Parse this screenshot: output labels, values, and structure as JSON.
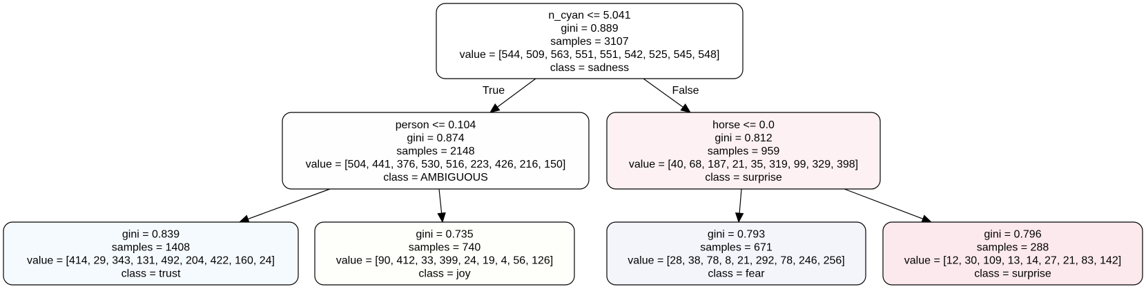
{
  "tree": {
    "nodes": [
      {
        "id": "root",
        "lines": [
          "n_cyan <= 5.041",
          "gini = 0.889",
          "samples = 3107",
          "value = [544, 509, 563, 551, 551, 542, 525, 545, 548]",
          "class = sadness"
        ],
        "fill": "#ffffff"
      },
      {
        "id": "left",
        "lines": [
          "person <= 0.104",
          "gini = 0.874",
          "samples = 2148",
          "value = [504, 441, 376, 530, 516, 223, 426, 216, 150]",
          "class = AMBIGUOUS"
        ],
        "fill": "#fffeff"
      },
      {
        "id": "right",
        "lines": [
          "horse <= 0.0",
          "gini = 0.812",
          "samples = 959",
          "value = [40, 68, 187, 21, 35, 319, 99, 329, 398]",
          "class = surprise"
        ],
        "fill": "#fdf1f3"
      },
      {
        "id": "left-left",
        "lines": [
          "gini = 0.839",
          "samples = 1408",
          "value = [414, 29, 343, 131, 492, 204, 422, 160, 24]",
          "class = trust"
        ],
        "fill": "#f5fafe"
      },
      {
        "id": "left-right",
        "lines": [
          "gini = 0.735",
          "samples = 740",
          "value = [90, 412, 33, 399, 24, 19, 4, 56, 126]",
          "class = joy"
        ],
        "fill": "#fefefa"
      },
      {
        "id": "right-left",
        "lines": [
          "gini = 0.793",
          "samples = 671",
          "value = [28, 38, 78, 8, 21, 292, 78, 246, 256]",
          "class = fear"
        ],
        "fill": "#f4f5fb"
      },
      {
        "id": "right-right",
        "lines": [
          "gini = 0.796",
          "samples = 288",
          "value = [12, 30, 109, 13, 14, 27, 21, 83, 142]",
          "class = surprise"
        ],
        "fill": "#fce9ed"
      }
    ],
    "edges": [
      {
        "from": "root",
        "to": "left",
        "label": "True"
      },
      {
        "from": "root",
        "to": "right",
        "label": "False"
      },
      {
        "from": "left",
        "to": "left-left",
        "label": ""
      },
      {
        "from": "left",
        "to": "left-right",
        "label": ""
      },
      {
        "from": "right",
        "to": "right-left",
        "label": ""
      },
      {
        "from": "right",
        "to": "right-right",
        "label": ""
      }
    ]
  }
}
